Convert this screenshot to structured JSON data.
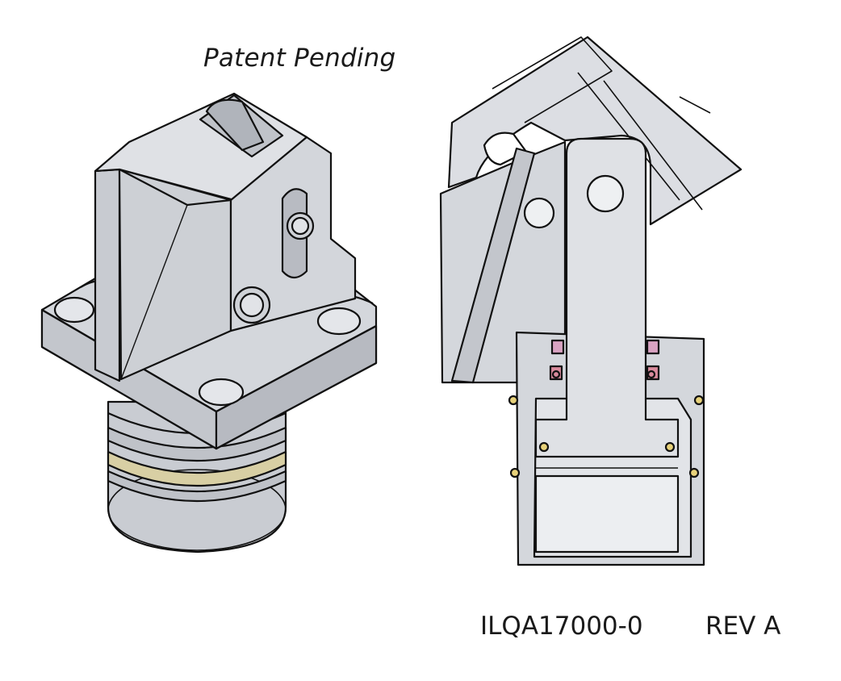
{
  "notice": "Patent Pending",
  "part_number": "ILQA17000-0",
  "revision": "REV A",
  "colors": {
    "body_light": "#dcdee3",
    "body_mid": "#c5c8ce",
    "body_dark": "#a9adb4",
    "outline": "#111111",
    "seal_tan": "#d8cfa4",
    "oring_pink": "#d9a3c2",
    "oring_rose": "#d98a9c",
    "ball_yellow": "#e8d27a"
  },
  "views": [
    "isometric-view",
    "section-view"
  ]
}
